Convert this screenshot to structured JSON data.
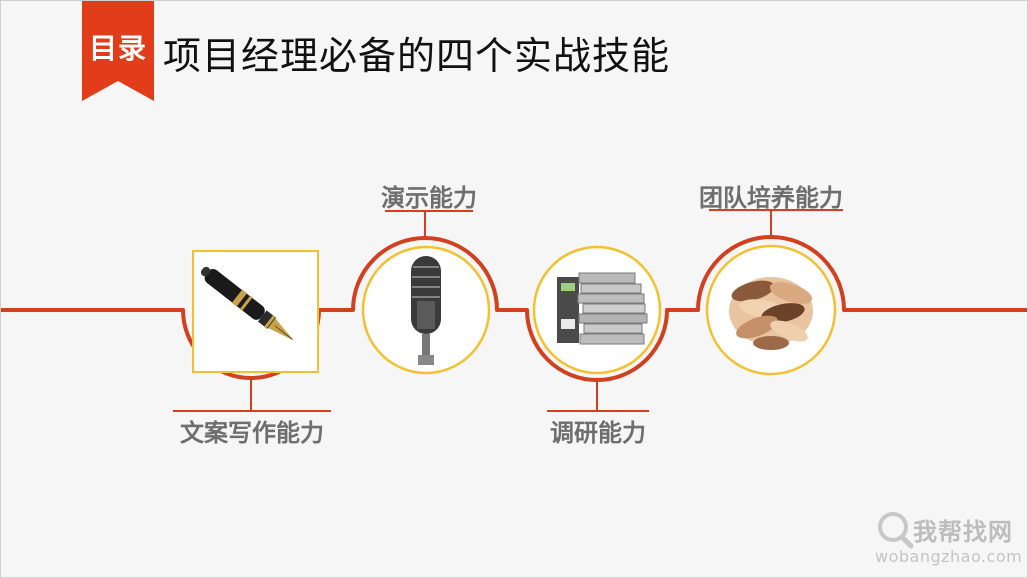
{
  "header": {
    "badge_label": "目录",
    "title": "项目经理必备的四个实战技能"
  },
  "skills": [
    {
      "label": "文案写作能力",
      "icon": "fountain-pen-icon"
    },
    {
      "label": "演示能力",
      "icon": "microphone-icon"
    },
    {
      "label": "调研能力",
      "icon": "document-binders-icon"
    },
    {
      "label": "团队培养能力",
      "icon": "team-hands-icon"
    }
  ],
  "watermark": {
    "cn": "我帮找网",
    "en": "wobangzhao.com",
    "icon": "magnifier-icon"
  },
  "colors": {
    "timeline": "#d2401f",
    "badge": "#e23d1b",
    "ring": "#f3c12f",
    "label": "#6e6e6e"
  }
}
